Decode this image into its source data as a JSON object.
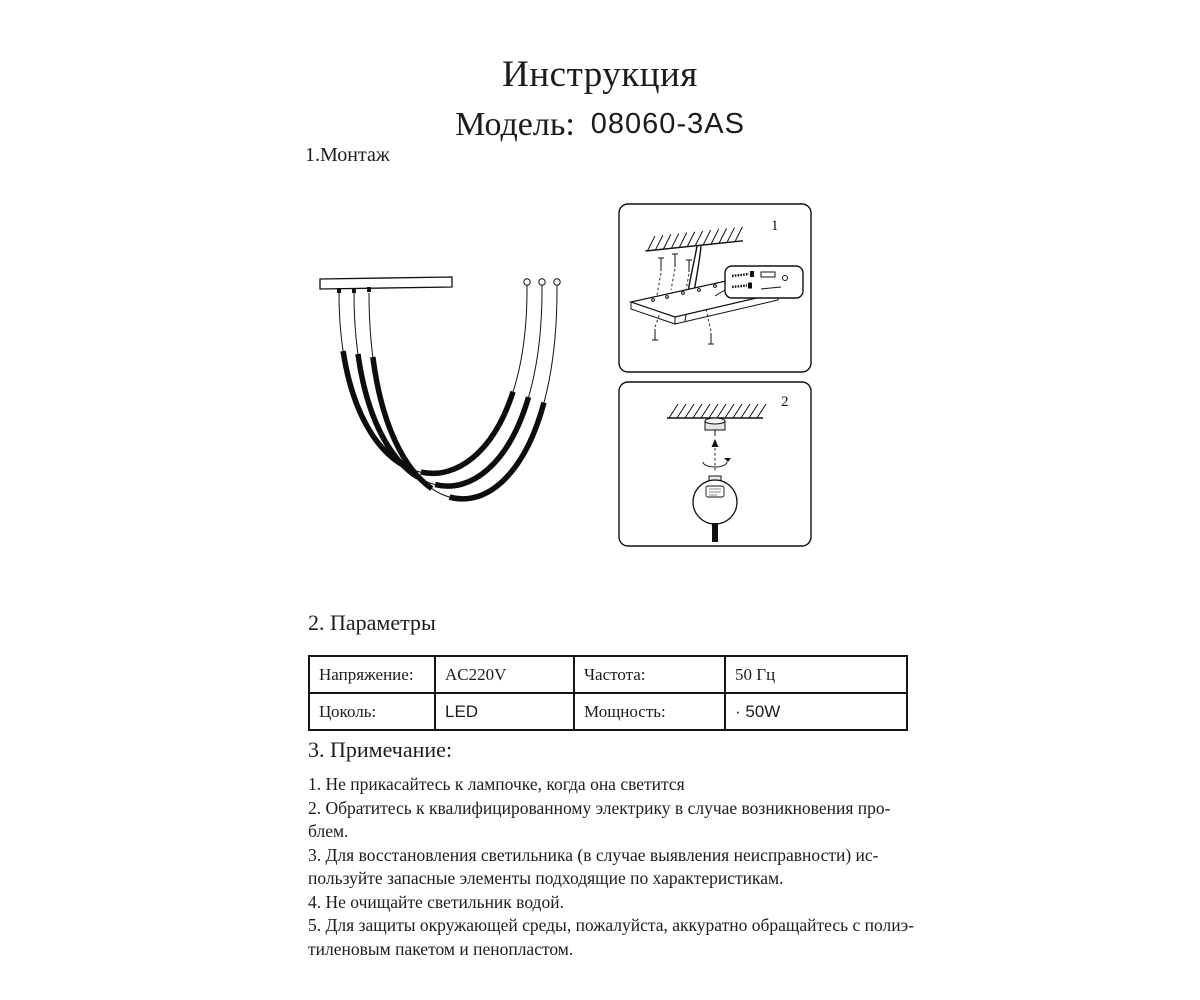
{
  "header": {
    "title": "Инструкция",
    "model_label": "Модель:",
    "model_value": "08060-3AS"
  },
  "sections": {
    "montage": "1.Монтаж",
    "params": "2. Параметры",
    "notes": "3. Примечание:"
  },
  "figures": {
    "step1_label": "1",
    "step2_label": "2"
  },
  "params_table": {
    "rows": [
      [
        "Напряжение:",
        "AC220V",
        "Частота:",
        "50 Гц"
      ],
      [
        "Цоколь:",
        "LED",
        "Мощность:",
        "· 50W"
      ]
    ]
  },
  "notes": {
    "lines": [
      "1. Не прикасайтесь к лампочке, когда она светится",
      "2. Обратитесь к квалифицированному электрику в случае возникновения про-",
      "блем.",
      "3. Для восстановления светильника (в случае  выявления неисправности) ис-",
      "пользуйте запасные элементы подходящие по характеристикам.",
      "4. Не очищайте  светильник водой.",
      "5. Для защиты окружающей среды, пожалуйста, аккуратно обращайтесь с полиэ-",
      "тиленовым пакетом и пенопластом."
    ]
  }
}
